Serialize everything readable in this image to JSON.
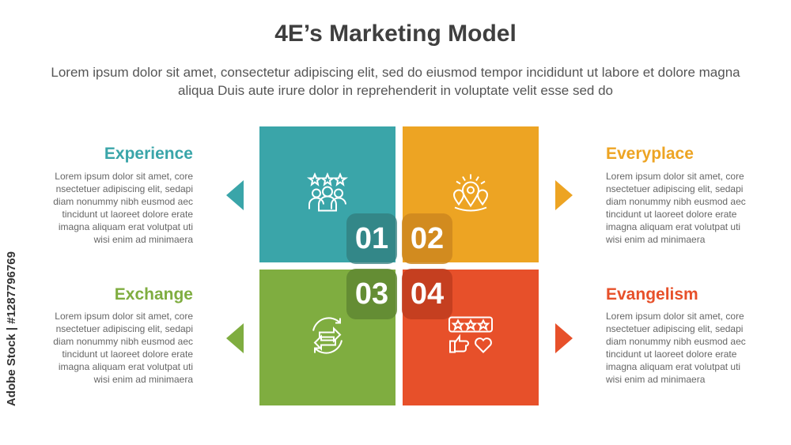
{
  "title": "4E’s Marketing Model",
  "subtitle": "Lorem ipsum dolor sit amet, consectetur adipiscing elit, sed do eiusmod tempor incididunt ut labore et dolore magna aliqua Duis aute irure dolor in reprehenderit in voluptate velit esse sed do",
  "colors": {
    "teal": "#3aa5a9",
    "orange": "#eda423",
    "green": "#7fad40",
    "red": "#e7502a"
  },
  "items": [
    {
      "number": "01",
      "heading": "Experience",
      "text": "Lorem ipsum dolor sit amet, core nsectetuer adipiscing elit, sedapi diam nonummy nibh eusmod aec tincidunt ut laoreet dolore erate imagna aliquam erat volutpat  uti wisi enim ad minimaera",
      "icon": "people-stars-icon"
    },
    {
      "number": "02",
      "heading": "Everyplace",
      "text": "Lorem ipsum dolor sit amet, core nsectetuer adipiscing elit, sedapi diam nonummy nibh eusmod aec tincidunt ut laoreet dolore erate imagna aliquam erat volutpat  uti wisi enim ad minimaera",
      "icon": "location-pins-icon"
    },
    {
      "number": "03",
      "heading": "Exchange",
      "text": "Lorem ipsum dolor sit amet, core nsectetuer adipiscing elit, sedapi diam nonummy nibh eusmod aec tincidunt ut laoreet dolore erate imagna aliquam erat volutpat  uti wisi enim ad minimaera",
      "icon": "exchange-arrows-icon"
    },
    {
      "number": "04",
      "heading": "Evangelism",
      "text": "Lorem ipsum dolor sit amet, core nsectetuer adipiscing elit, sedapi diam nonummy nibh eusmod aec tincidunt ut laoreet dolore erate imagna aliquam erat volutpat  uti wisi enim ad minimaera",
      "icon": "review-like-icon"
    }
  ],
  "watermark": "Adobe Stock | #1287796769"
}
